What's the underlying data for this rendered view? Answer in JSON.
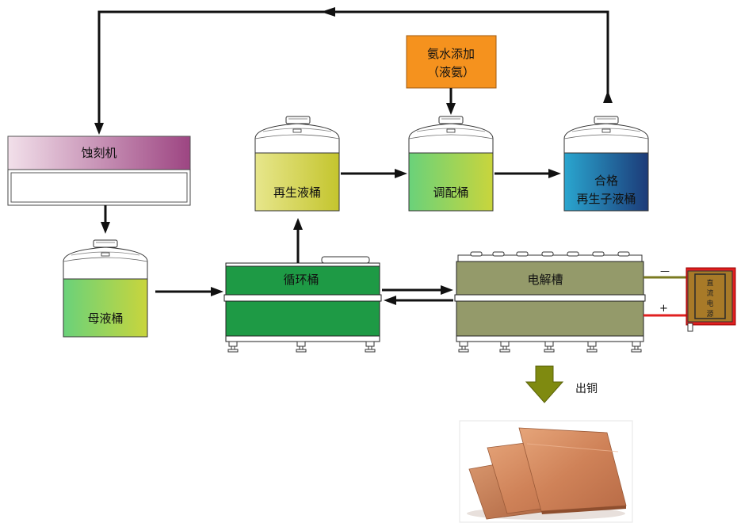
{
  "etcher": {
    "label": "蚀刻机"
  },
  "mother_tank": {
    "label": "母液桶"
  },
  "circulation_tank": {
    "label": "循环桶"
  },
  "regen_tank": {
    "label": "再生液桶"
  },
  "adjust_tank": {
    "label": "调配桶"
  },
  "qualified_tank": {
    "label_line1": "合格",
    "label_line2": "再生子液桶"
  },
  "ammonia_box": {
    "label_line1": "氨水添加",
    "label_line2": "（液氨）"
  },
  "electrolytic_cell": {
    "label": "电解槽"
  },
  "power_supply": {
    "label_chars": [
      "直",
      "流",
      "电",
      "源"
    ],
    "minus": "—",
    "plus": "+"
  },
  "output": {
    "label": "出铜"
  },
  "colors": {
    "arrow": "#111111",
    "etcher_gradient": [
      "#f0dbe6",
      "#a64f8c"
    ],
    "tank_gradient": [
      "#6ad27a",
      "#c8d63e"
    ],
    "qualified_gradient": [
      "#2a9cc7",
      "#1f3f7e"
    ],
    "ammonia": "#f5921e",
    "circulation": "#1e9a45",
    "electrolytic": "#949a6a",
    "power_frame": "#e02020",
    "power_body": "#a87a28",
    "output_arrow": "#7f8a10",
    "copper": "#d08658"
  }
}
